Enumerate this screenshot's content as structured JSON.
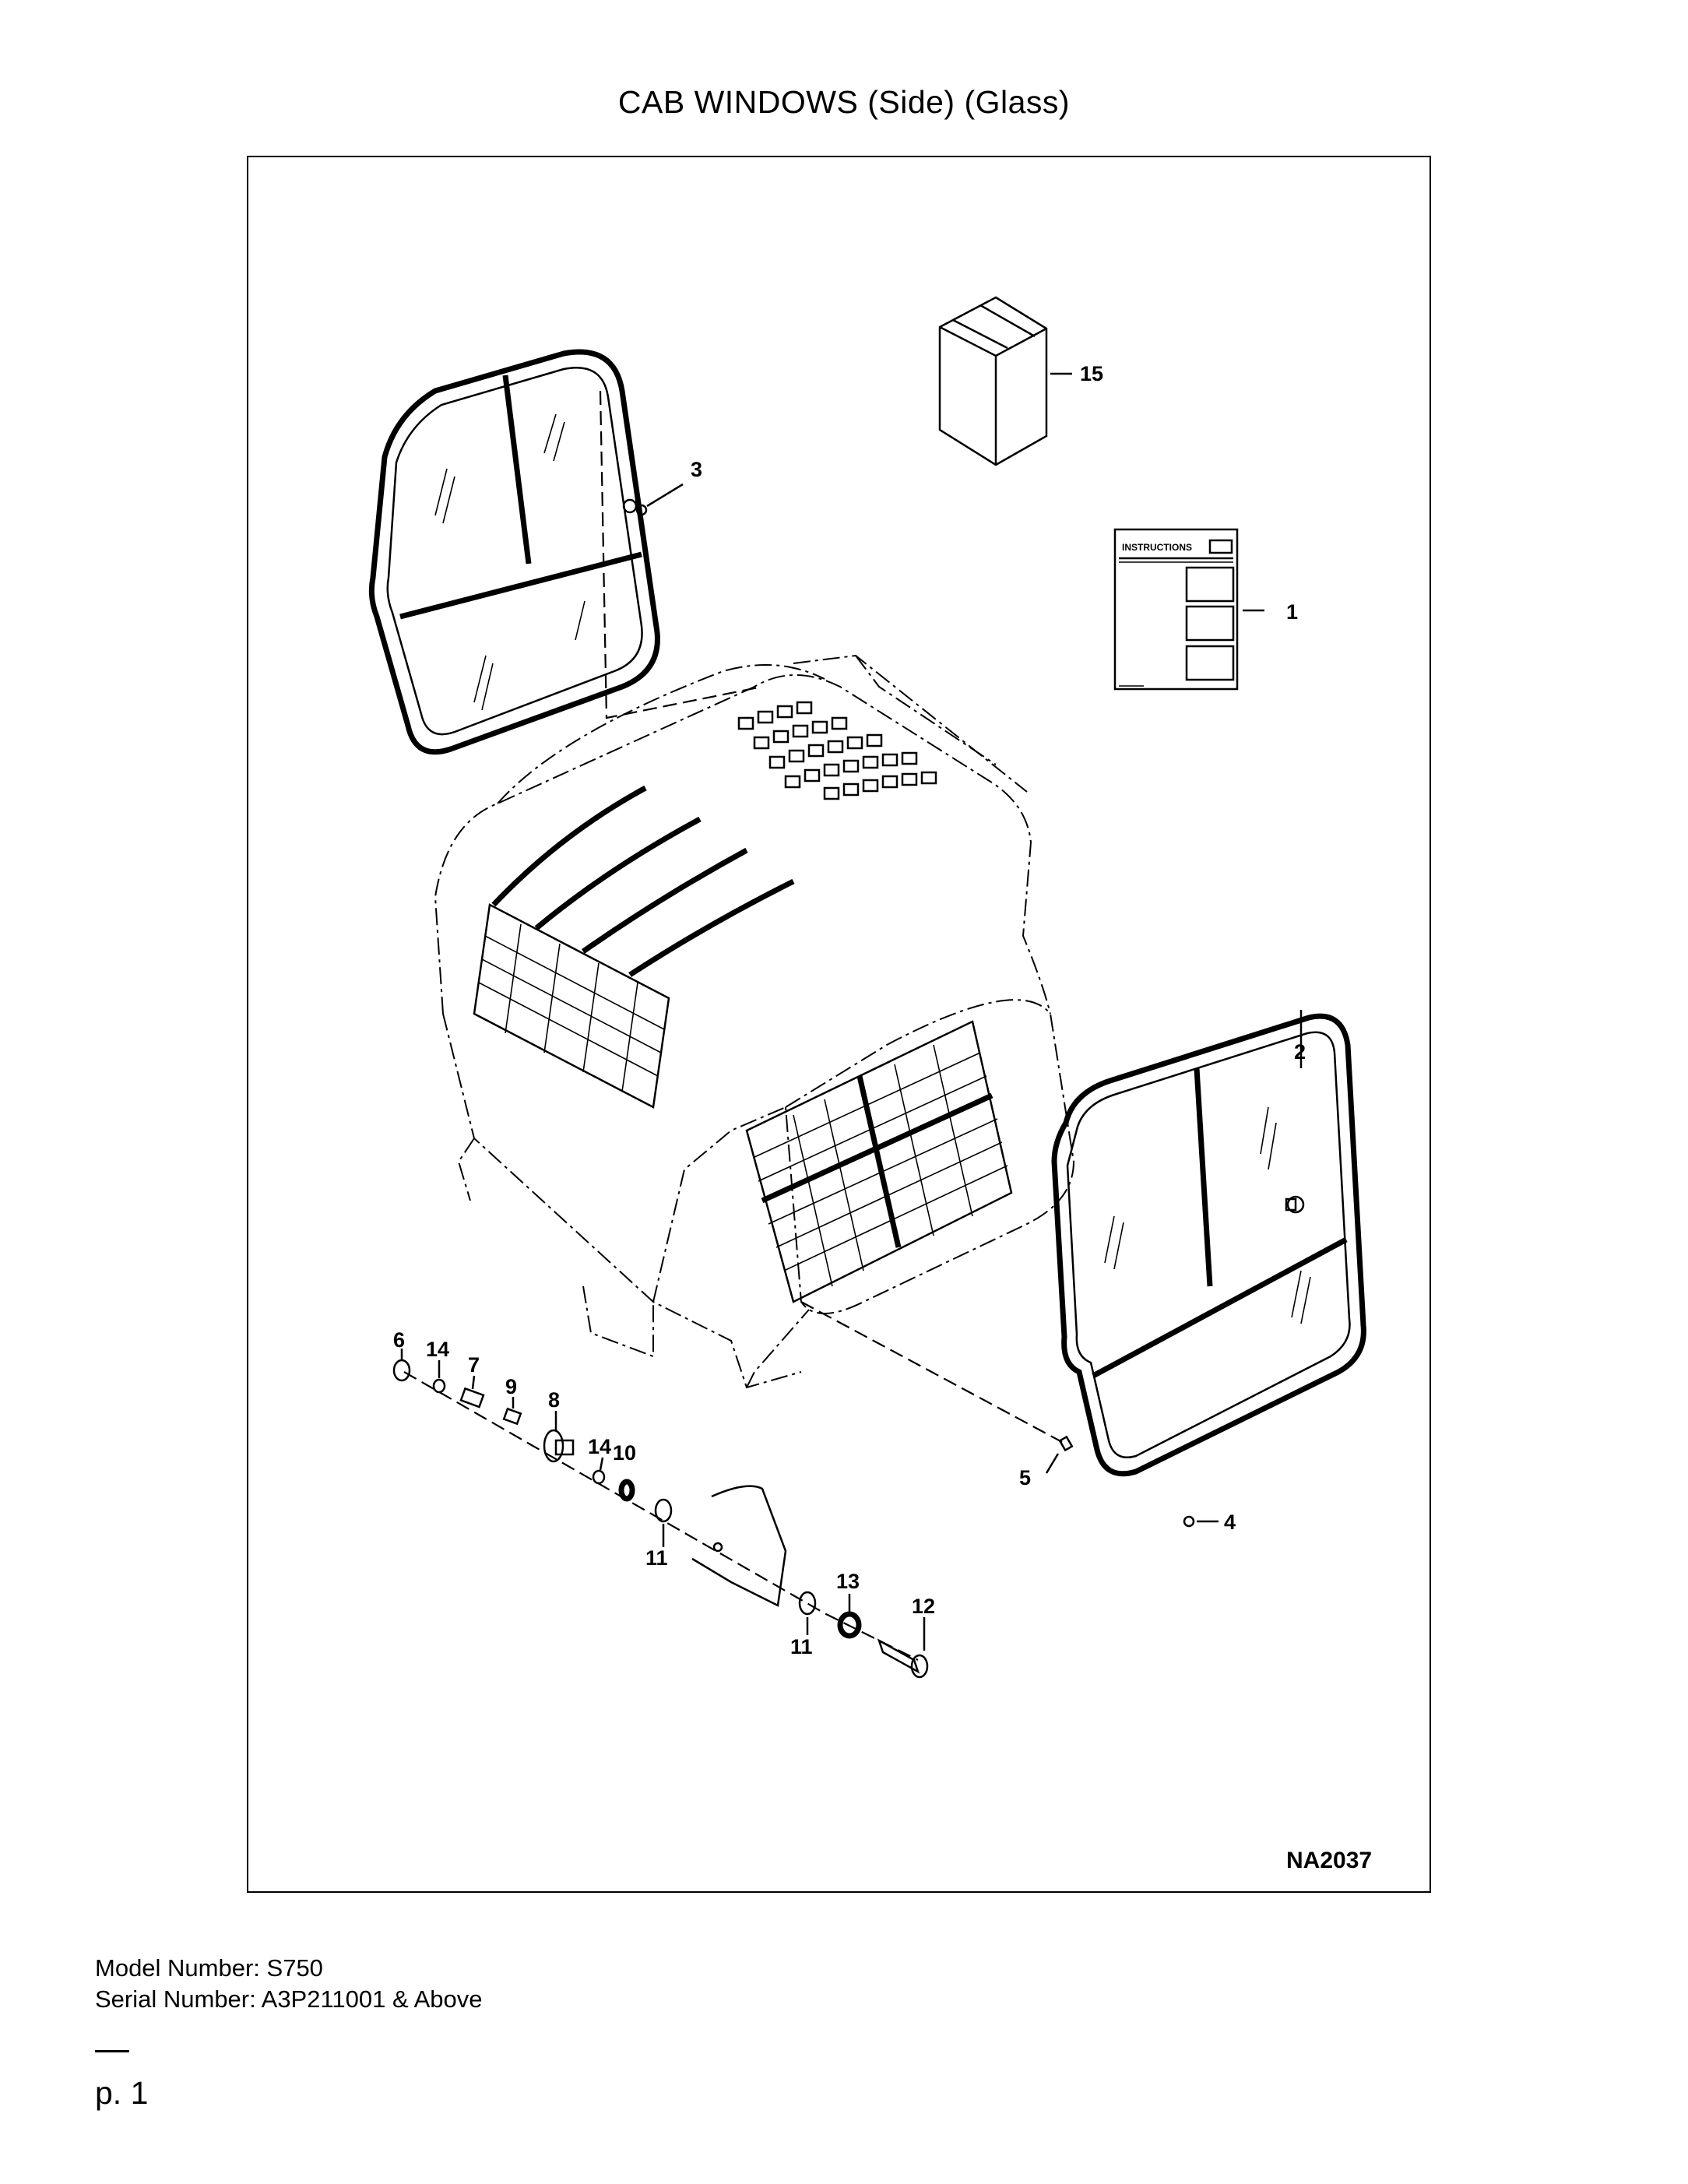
{
  "page": {
    "title": "CAB WINDOWS (Side) (Glass)",
    "figure_id": "NA2037",
    "model_line": "Model Number: S750",
    "serial_line": "Serial Number: A3P211001 & Above",
    "page_number": "p. 1"
  },
  "instructions_sheet": {
    "label": "INSTRUCTIONS"
  },
  "callouts": [
    "15",
    "3",
    "1",
    "2",
    "6",
    "14",
    "7",
    "9",
    "8",
    "14",
    "10",
    "11",
    "5",
    "4",
    "13",
    "12",
    "11"
  ]
}
